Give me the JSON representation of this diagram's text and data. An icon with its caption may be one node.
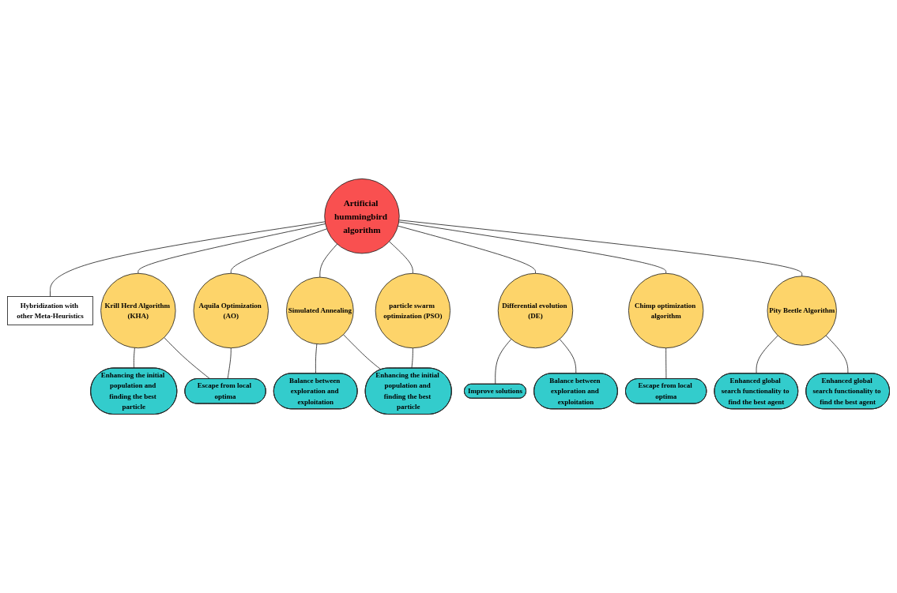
{
  "diagram": {
    "nodes": [
      {
        "text": [
          "Enhancing the initial population and finding the best particle"
        ]
      },
      {
        "text": [
          "Hybridization with other Meta-Heuristics"
        ]
      },
      {
        "text": [
          "Balance between exploration and exploitation"
        ]
      },
      {
        "text": [
          "Krill Herd Algorithm (KHA)"
        ]
      },
      {
        "text": [
          "Simulated Annealing"
        ]
      },
      {
        "text": [
          "Enhancing the initial population and finding the best particle"
        ]
      },
      {
        "text": [
          "Escape from local optima"
        ]
      },
      {
        "text": [
          "Artificial hummingbird algorithm"
        ]
      },
      {
        "text": [
          "Aquila Optimization (AO)"
        ]
      },
      {
        "text": [
          "particle swarm optimization (PSO)"
        ]
      },
      {
        "text": [
          "Improve solutions"
        ]
      },
      {
        "text": [
          "Escape from local optima"
        ]
      },
      {
        "text": [
          "Differential evolution (DE)"
        ]
      },
      {
        "text": [
          "Chimp optimization algorithm"
        ]
      },
      {
        "text": [
          "Pity Beetle Algorithm"
        ]
      },
      {
        "text": [
          "Balance between exploration and exploitation"
        ]
      },
      {
        "text": [
          "Enhanced global search functionality to find the best agent"
        ]
      },
      {
        "text": [
          "Enhanced global search functionality to find the best agent"
        ]
      }
    ],
    "edges": [
      {
        "from": 7,
        "to": 1,
        "arrow": "none"
      },
      {
        "from": 7,
        "to": 3,
        "arrow": "none"
      },
      {
        "from": 7,
        "to": 4,
        "arrow": "none"
      },
      {
        "from": 7,
        "to": 8,
        "arrow": "none"
      },
      {
        "from": 7,
        "to": 9,
        "arrow": "none"
      },
      {
        "from": 7,
        "to": 12,
        "arrow": "none"
      },
      {
        "from": 7,
        "to": 13,
        "arrow": "none"
      },
      {
        "from": 7,
        "to": 14,
        "arrow": "none"
      },
      {
        "from": 3,
        "to": 0,
        "arrow": "none"
      },
      {
        "from": 3,
        "to": 6,
        "arrow": "none"
      },
      {
        "from": 4,
        "to": 2,
        "arrow": "none"
      },
      {
        "from": 4,
        "to": 5,
        "arrow": "none"
      },
      {
        "from": 9,
        "to": 5,
        "arrow": "none"
      },
      {
        "from": 8,
        "to": 6,
        "arrow": "none"
      },
      {
        "from": 12,
        "to": 10,
        "arrow": "none"
      },
      {
        "from": 12,
        "to": 15,
        "arrow": "none"
      },
      {
        "from": 13,
        "to": 11,
        "arrow": "none"
      },
      {
        "from": 14,
        "to": 16,
        "arrow": "none"
      },
      {
        "from": 14,
        "to": 17,
        "arrow": "none"
      }
    ]
  }
}
